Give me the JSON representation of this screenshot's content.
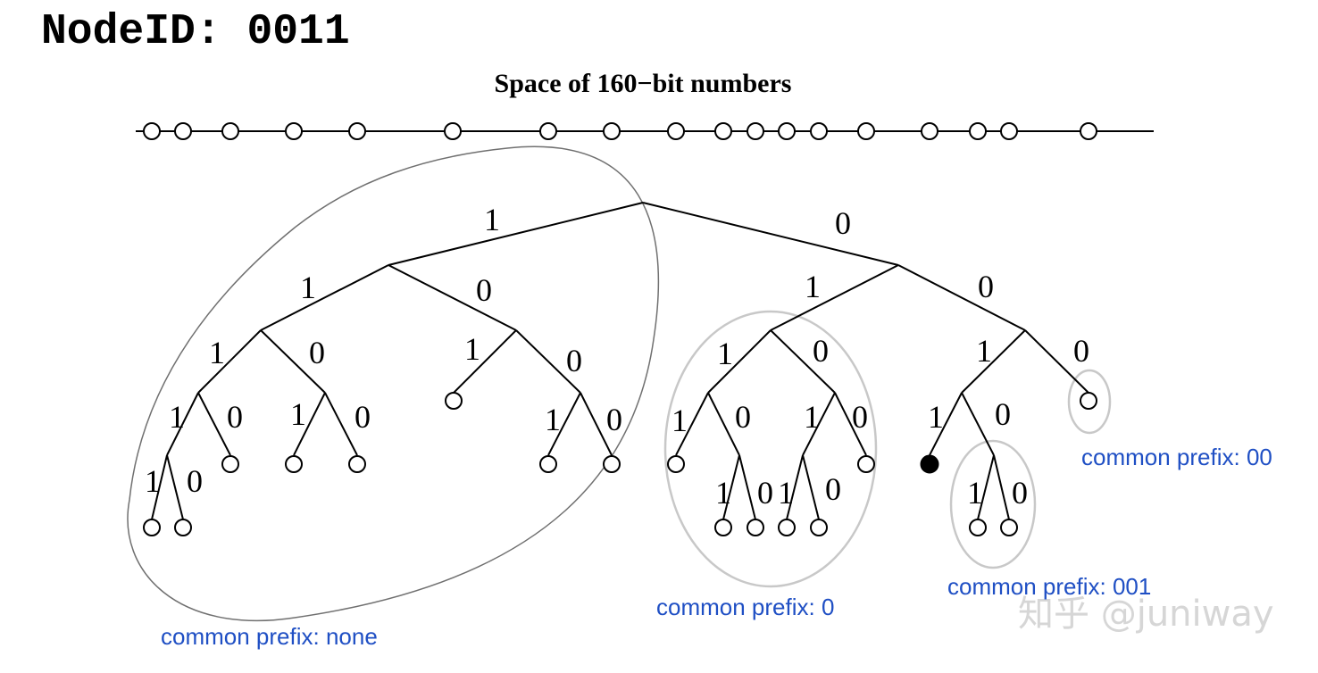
{
  "header": {
    "title": "NodeID: 0011",
    "subtitle": "Space of 160−bit numbers"
  },
  "tree": {
    "edge_labels": {
      "root_left": "1",
      "root_right": "0",
      "l1_left": "1",
      "l1_right": "0",
      "r1_left": "1",
      "r1_right": "0",
      "l11_left": "1",
      "l11_right": "0",
      "l10_left": "1",
      "l10_right": "0",
      "r01_left": "1",
      "r01_right": "0",
      "r00_left": "1",
      "r00_right": "0",
      "l111_left": "1",
      "l111_right": "0",
      "l110_left": "1",
      "l110_right": "0",
      "l100_left": "1",
      "l100_right": "0",
      "r011_left": "1",
      "r011_right": "0",
      "r010_left": "1",
      "r010_right": "0",
      "r001_left": "1",
      "r001_right": "0",
      "l1111_left": "1",
      "l1111_right": "0",
      "r0110_left": "1",
      "r0110_right": "0",
      "r0101_left": "1",
      "r0101_right": "0",
      "r0010_left": "1",
      "r0010_right": "0"
    },
    "own_node": "0011"
  },
  "groups": {
    "none": "common prefix: none",
    "p0": "common prefix: 0",
    "p001": "common prefix: 001",
    "p00": "common prefix: 00"
  },
  "colors": {
    "label_blue": "#1f4fc4",
    "dark_outline": "#707070",
    "light_outline": "#c8c8c8",
    "own_node_fill": "#000000"
  },
  "watermark": {
    "text": "知乎 @juniway"
  }
}
